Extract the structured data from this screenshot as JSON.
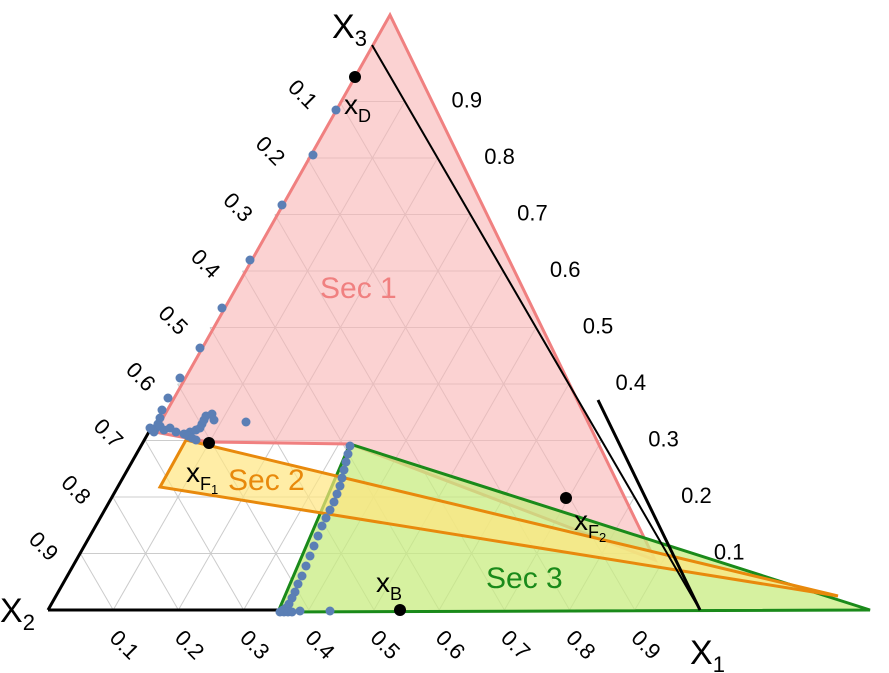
{
  "axis_vertices": {
    "x1": {
      "main": "X",
      "sub": "1"
    },
    "x2": {
      "main": "X",
      "sub": "2"
    },
    "x3": {
      "main": "X",
      "sub": "3"
    }
  },
  "ticks": {
    "bottom": [
      "0.1",
      "0.2",
      "0.3",
      "0.4",
      "0.5",
      "0.6",
      "0.7",
      "0.8",
      "0.9"
    ],
    "left": [
      "0.1",
      "0.2",
      "0.3",
      "0.4",
      "0.5",
      "0.6",
      "0.7",
      "0.8",
      "0.9"
    ],
    "right": [
      "0.9",
      "0.8",
      "0.7",
      "0.6",
      "0.5",
      "0.4",
      "0.3",
      "0.2",
      "0.1"
    ]
  },
  "points": {
    "xD": {
      "main": "x",
      "sub": "D"
    },
    "xF1": {
      "main": "x",
      "sub": "F1",
      "sub_main": "F",
      "sub_sub": "1"
    },
    "xF2": {
      "main": "x",
      "sub": "F2",
      "sub_main": "F",
      "sub_sub": "2"
    },
    "xB": {
      "main": "x",
      "sub": "B"
    }
  },
  "sections": {
    "sec1": {
      "label": "Sec 1",
      "fill": "#f8b4b4",
      "stroke": "#f08080",
      "text": "#f08080"
    },
    "sec2": {
      "label": "Sec 2",
      "fill": "#ffe680",
      "stroke": "#e8890c",
      "text": "#e8890c"
    },
    "sec3": {
      "label": "Sec 3",
      "fill": "#c8ec80",
      "stroke": "#1a8a1a",
      "text": "#1a8a1a"
    }
  },
  "colors": {
    "trajectory_dots": "#5b7fb5",
    "grid": "#cccccc",
    "axis": "#000000"
  }
}
